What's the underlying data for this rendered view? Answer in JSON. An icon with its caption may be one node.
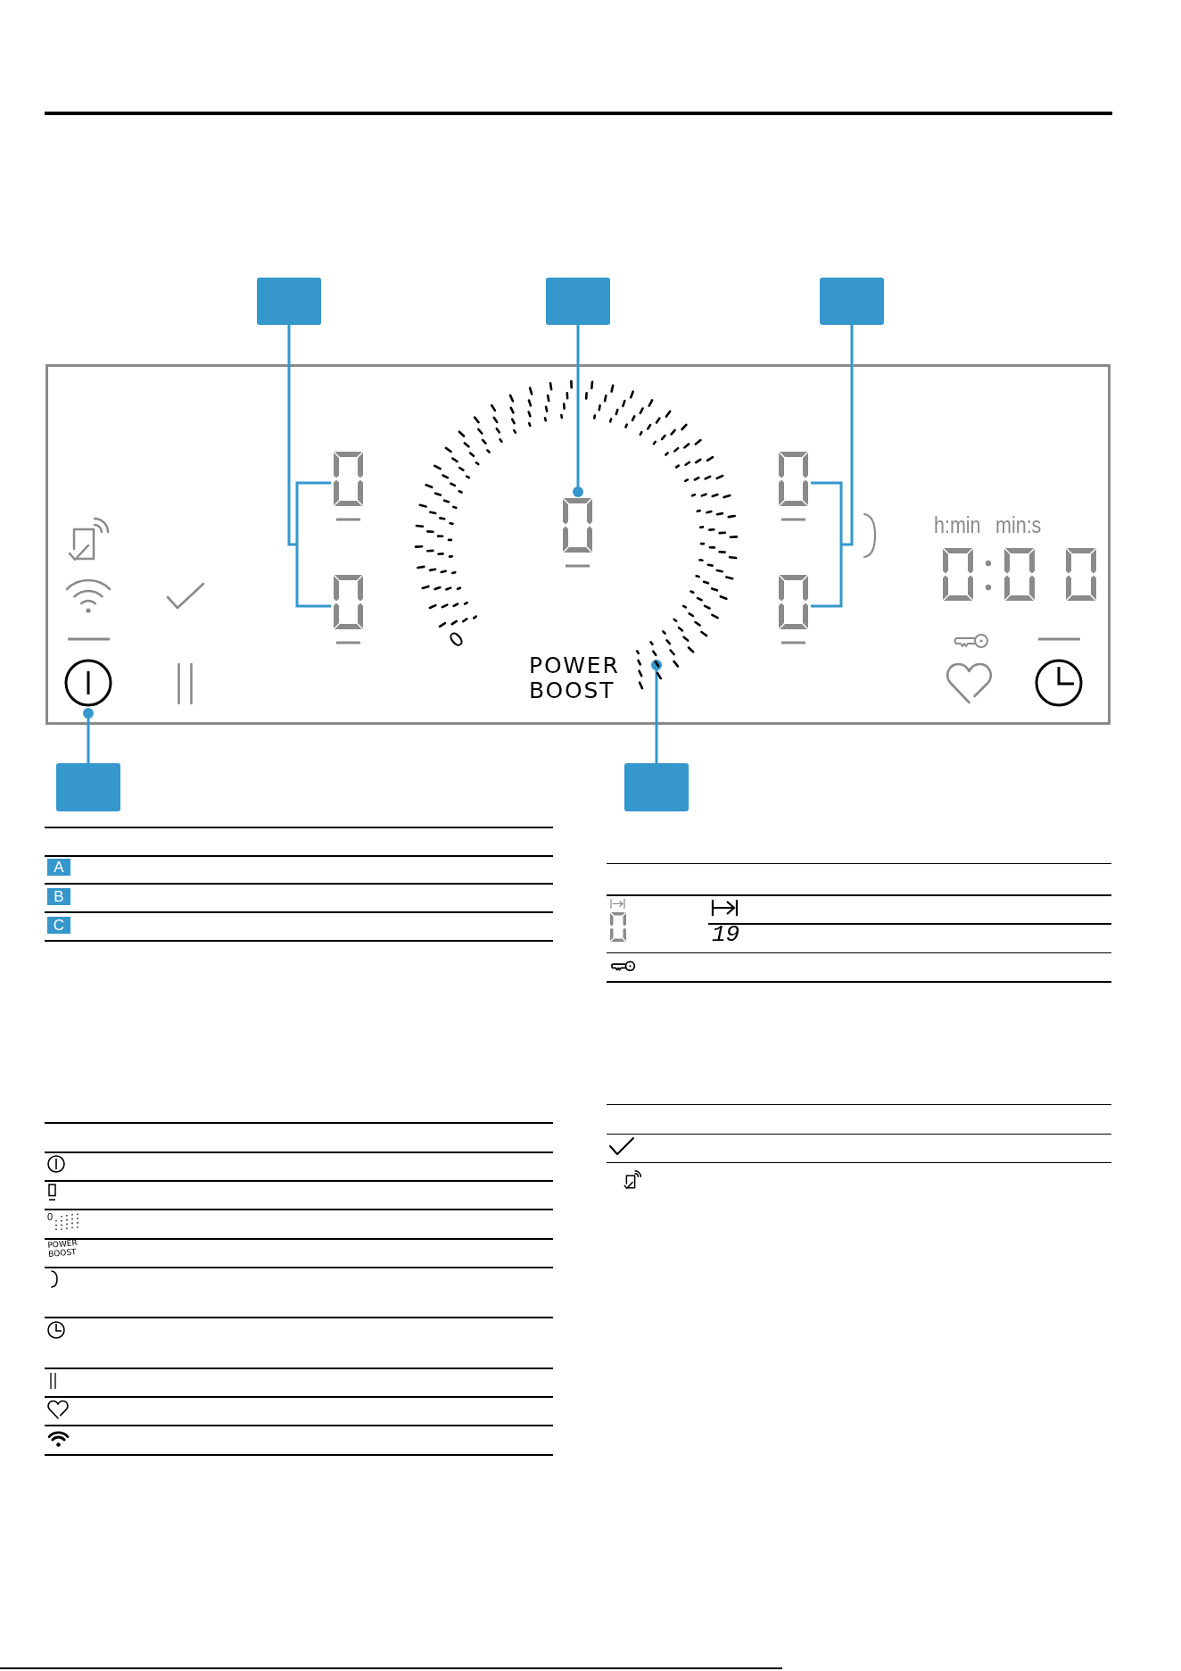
{
  "diagram": {
    "nodes": [
      {
        "text": [],
        "shape": "box"
      },
      {
        "text": [],
        "shape": "box"
      },
      {
        "text": [],
        "shape": "box"
      },
      {
        "text": [],
        "shape": "picture"
      },
      {
        "text": [],
        "shape": "picture"
      },
      {
        "text": [],
        "shape": "picture",
        "in": 9
      },
      {
        "text": [],
        "shape": "picture"
      },
      {
        "text": [],
        "shape": "picture"
      },
      {
        "text": [],
        "shape": "picture"
      },
      {
        "text": [],
        "shape": "picture"
      },
      {
        "text": [],
        "shape": "box"
      },
      {
        "text": [],
        "shape": "box"
      }
    ],
    "edges": [
      {
        "from": 0,
        "to": 3,
        "arrow": "none"
      },
      {
        "from": 0,
        "to": 4,
        "arrow": "none"
      },
      {
        "from": 1,
        "to": 5,
        "arrow": "other"
      },
      {
        "from": 2,
        "to": 6,
        "arrow": "none"
      },
      {
        "from": 2,
        "to": 7,
        "arrow": "none"
      },
      {
        "from": 10,
        "to": 8,
        "arrow": "other"
      },
      {
        "from": 11,
        "to": 9,
        "arrow": "other"
      }
    ],
    "labels": [
      "0",
      "POWER BOOST",
      "h:min",
      "min:s",
      "A",
      "B",
      "C",
      "0",
      "POWER BOOST",
      "19"
    ]
  }
}
